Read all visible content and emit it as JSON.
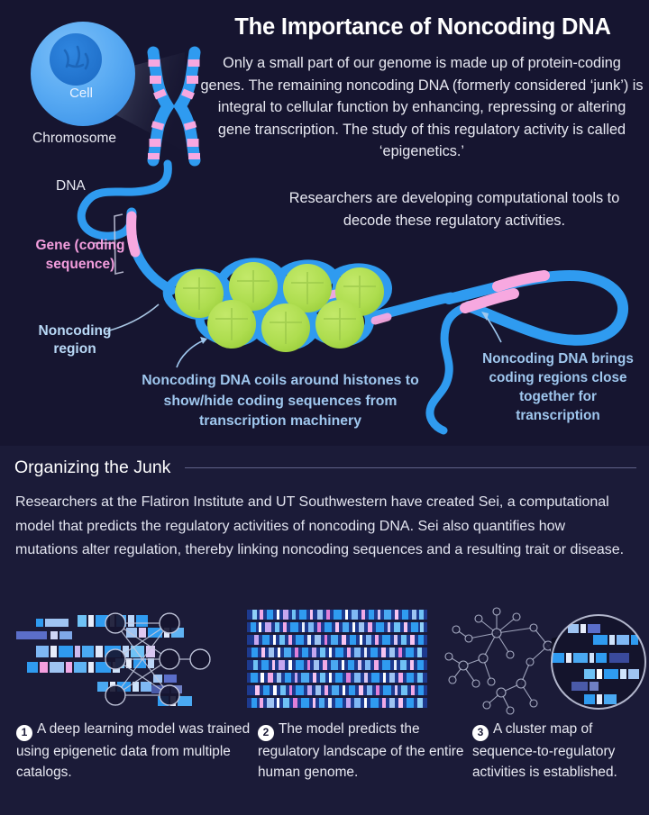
{
  "theme": {
    "bg_top": "#161530",
    "bg_bottom": "#1b1b38",
    "dna_blue": "#2f9bf0",
    "coding_pink": "#f7a8e0",
    "histone_green": "#aedd4f",
    "caption_blue": "#9fc7ee",
    "text_light": "#e8e9f2",
    "accent_white": "#ffffff"
  },
  "header": {
    "title": "The Importance of Noncoding DNA",
    "intro": "Only a small part of our genome is made up of protein-coding genes. The remaining noncoding DNA (formerly considered ‘junk’) is integral to cellular function by enhancing, repressing or altering gene transcription. The study of this regulatory activity is called ‘epigenetics.’",
    "subintro": "Researchers are developing computational tools to decode these regulatory activities."
  },
  "diagram": {
    "cell_label": "Cell",
    "chromosome_label": "Chromosome",
    "dna_label": "DNA",
    "gene_label": "Gene (coding sequence)",
    "noncoding_region_label": "Noncoding region",
    "histone_caption": "Noncoding DNA coils around histones to show/hide coding sequences from transcription machinery",
    "loop_caption": "Noncoding DNA brings coding regions close together for transcription"
  },
  "section": {
    "title": "Organizing the Junk",
    "body": "Researchers at the Flatiron Institute and UT Southwestern have created Sei, a computational model that predicts the regulatory activities of noncoding DNA. Sei also quantifies how mutations alter regulation, thereby linking noncoding sequences and a resulting trait or disease."
  },
  "steps": [
    {
      "number": "1",
      "text": "A deep learning model was trained using epigenetic data from multiple catalogs.",
      "graphic": "sequence-bars-and-neural-network"
    },
    {
      "number": "2",
      "text": "The model predicts the regulatory landscape of the entire human genome.",
      "graphic": "regulatory-heatmap"
    },
    {
      "number": "3",
      "text": "A cluster map of sequence-to-regulatory activities is established.",
      "graphic": "cluster-graph-with-magnifier"
    }
  ]
}
